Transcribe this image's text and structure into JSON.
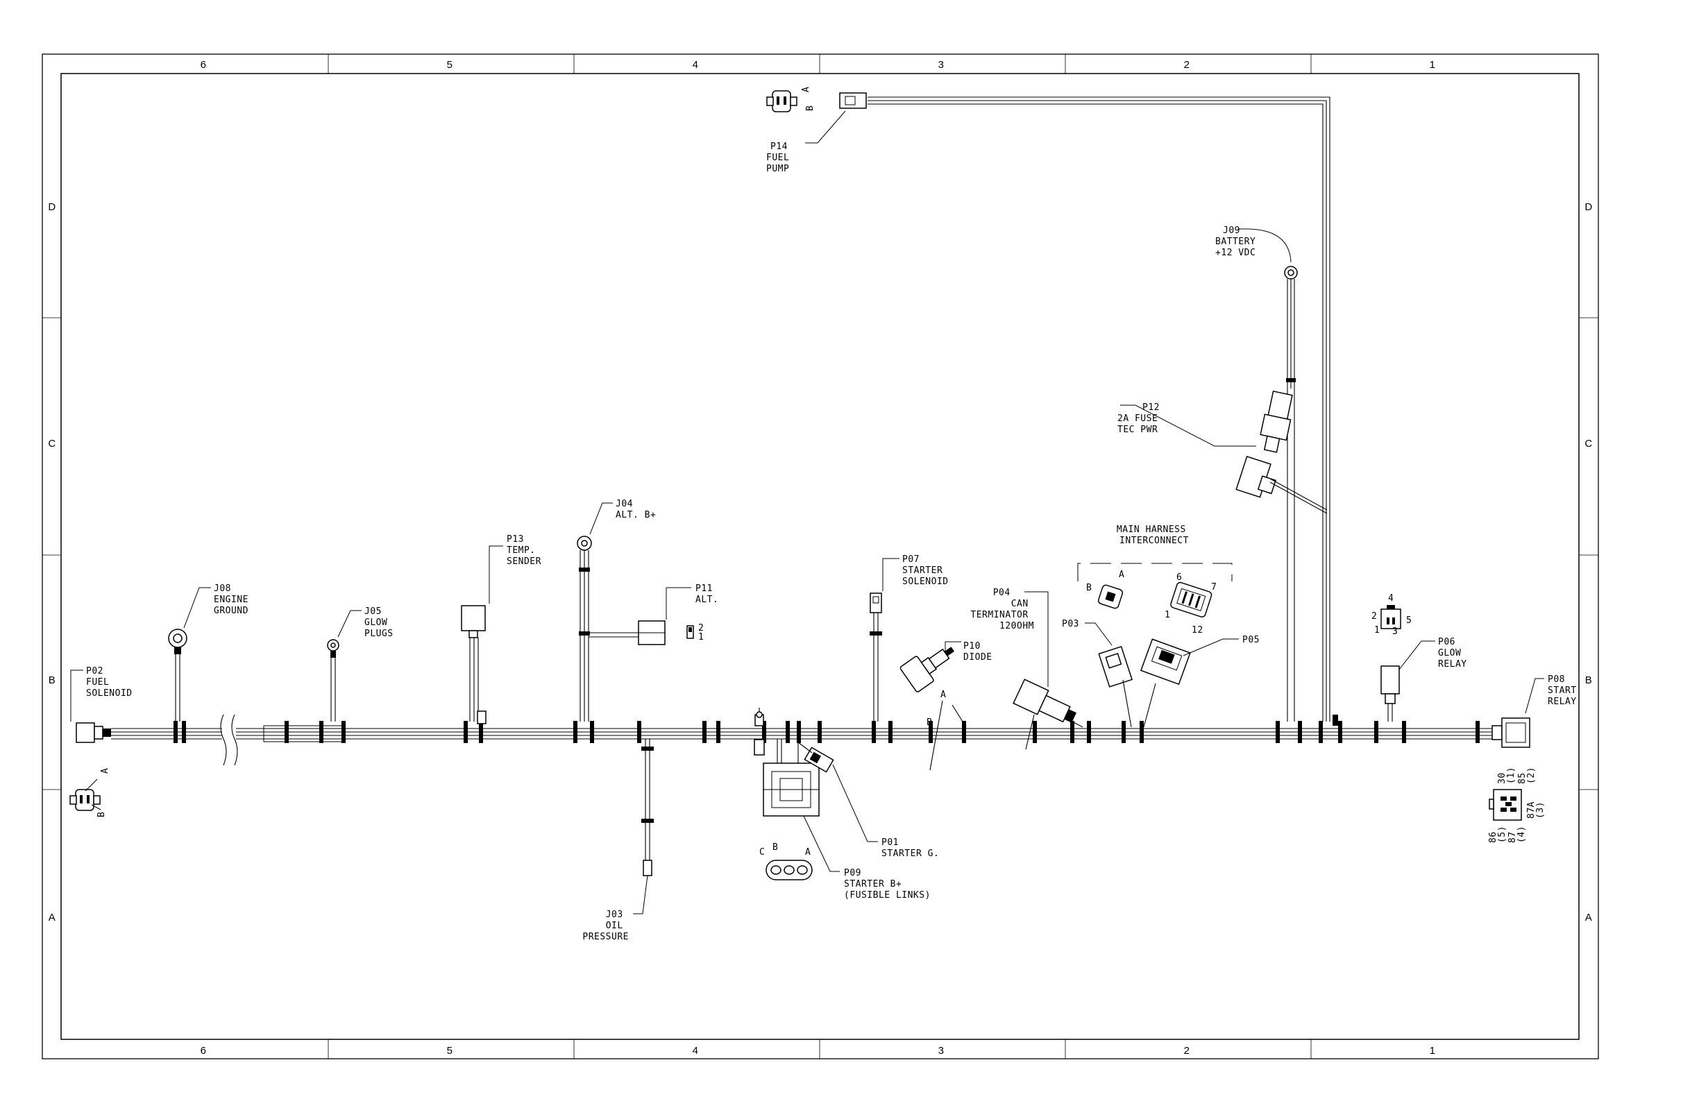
{
  "sheet": {
    "col_zones": [
      "6",
      "5",
      "4",
      "3",
      "2",
      "1"
    ],
    "row_zones": [
      "D",
      "C",
      "B",
      "A"
    ]
  },
  "components": {
    "p14": [
      "P14",
      "FUEL",
      "PUMP"
    ],
    "j09": [
      "J09",
      "BATTERY",
      "+12 VDC"
    ],
    "p12": [
      "P12",
      "2A FUSE",
      "TEC PWR"
    ],
    "main_harness": [
      "MAIN HARNESS",
      "INTERCONNECT"
    ],
    "j04": [
      "J04",
      "ALT. B+"
    ],
    "p13": [
      "P13",
      "TEMP.",
      "SENDER"
    ],
    "p11": [
      "P11",
      "ALT."
    ],
    "p07": [
      "P07",
      "STARTER",
      "SOLENOID"
    ],
    "j08": [
      "J08",
      "ENGINE",
      "GROUND"
    ],
    "j05": [
      "J05",
      "GLOW",
      "PLUGS"
    ],
    "p04": [
      "P04",
      "CAN",
      "TERMINATOR",
      "120OHM"
    ],
    "p03": [
      "P03"
    ],
    "p05": [
      "P05"
    ],
    "p10": [
      "P10",
      "DIODE"
    ],
    "p06": [
      "P06",
      "GLOW",
      "RELAY"
    ],
    "p02": [
      "P02",
      "FUEL",
      "SOLENOID"
    ],
    "p08": [
      "P08",
      "START",
      "RELAY"
    ],
    "p01": [
      "P01",
      "STARTER G."
    ],
    "p09": [
      "P09",
      "STARTER B+",
      "(FUSIBLE LINKS)"
    ],
    "j03": [
      "J03",
      "OIL",
      "PRESSURE"
    ]
  },
  "pin_labels": {
    "p14_face": [
      "A",
      "B"
    ],
    "p02_face": [
      "A",
      "B"
    ],
    "p11_pins": [
      "2",
      "1"
    ],
    "p03_face": [
      "B",
      "A"
    ],
    "p05_face": [
      "6",
      "7",
      "1",
      "12"
    ],
    "p10_pins": [
      "A",
      "B"
    ],
    "p09_face": [
      "C",
      "B",
      "A"
    ],
    "p06_face": [
      "4",
      "2",
      "1",
      "3",
      "5"
    ],
    "p08_face": [
      "30",
      "(1)",
      "85",
      "(2)",
      "87A",
      "(3)",
      "87",
      "(4)",
      "86",
      "(5)"
    ]
  }
}
